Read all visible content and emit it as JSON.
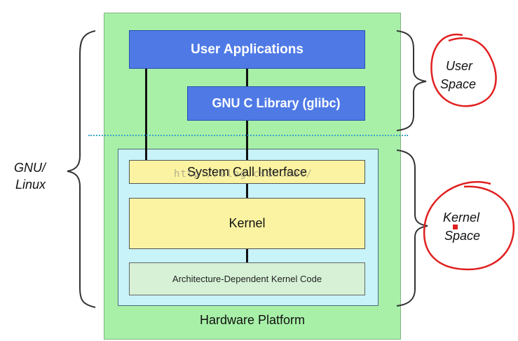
{
  "layers": {
    "user_applications": "User Applications",
    "glibc": "GNU C Library (glibc)",
    "system_call_interface": "System Call Interface",
    "kernel": "Kernel",
    "arch_code": "Architecture-Dependent Kernel Code",
    "hardware": "Hardware Platform"
  },
  "annotations": {
    "gnu": "GNU/",
    "linux": "Linux",
    "user": "User",
    "user_space": "Space",
    "kernel": "Kernel",
    "kernel_space": "Space"
  },
  "watermark": "http://blog.csdn.net/",
  "colors": {
    "hardware_bg": "#a8f0a8",
    "kernel_space_bg": "#c8f3f8",
    "blue_box": "#4f7ae6",
    "yellow_box": "#fbf3a2",
    "arch_box": "#d6f1d6",
    "separator": "#3aa7c6",
    "red_marker": "#e02020"
  }
}
